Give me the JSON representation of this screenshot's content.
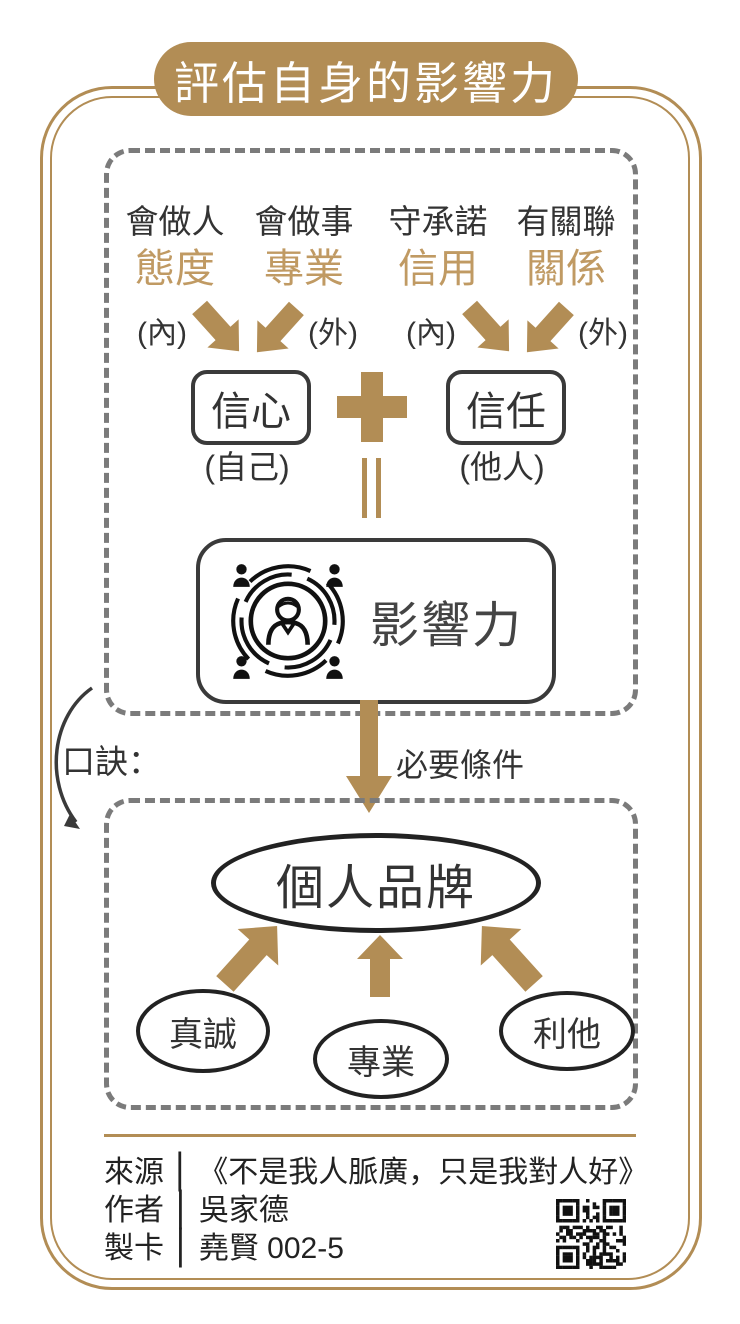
{
  "title": "評估自身的影響力",
  "colors": {
    "gold": "#B28D55",
    "gold_text": "#C09A63",
    "dark_border": "#3A3A3A",
    "ink": "#333333",
    "dash_gray": "#7B7B7B",
    "title_text": "#FFFFFF"
  },
  "top_section": {
    "columns": [
      {
        "behavior": "會做人",
        "trait": "態度"
      },
      {
        "behavior": "會做事",
        "trait": "專業"
      },
      {
        "behavior": "守承諾",
        "trait": "信用"
      },
      {
        "behavior": "有關聯",
        "trait": "關係"
      }
    ],
    "inner_label": "(內)",
    "outer_label": "(外)",
    "confidence_box": {
      "label": "信心",
      "sublabel": "(自己)"
    },
    "trust_box": {
      "label": "信任",
      "sublabel": "(他人)"
    },
    "plus_symbol": "+",
    "equals_symbol": "=",
    "influence_box": {
      "label": "影響力",
      "icon": "influence-network-icon"
    }
  },
  "middle": {
    "mnemonic_label": "口訣：",
    "arrow_label": "必要條件"
  },
  "bottom_section": {
    "brand_label": "個人品牌",
    "factors": [
      "真誠",
      "專業",
      "利他"
    ]
  },
  "footer": {
    "separator": "|",
    "rows": [
      {
        "label": "來源",
        "value": "《不是我人脈廣，只是我對人好》"
      },
      {
        "label": "作者",
        "value": "吳家德"
      },
      {
        "label": "製卡",
        "value": "堯賢 002-5"
      }
    ],
    "qr": "qr-code"
  }
}
